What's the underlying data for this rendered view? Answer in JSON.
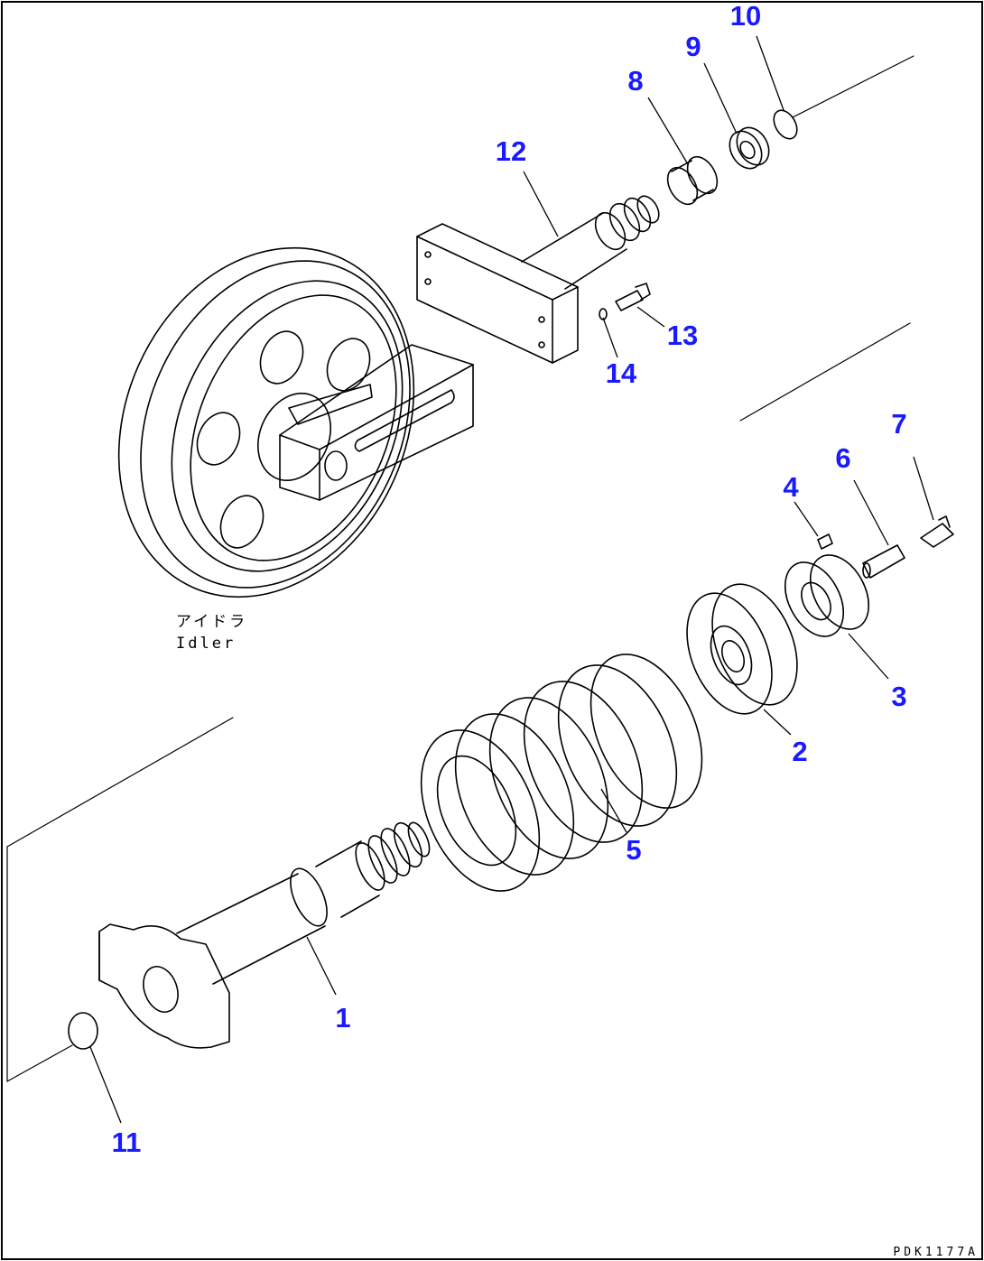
{
  "colors": {
    "callout": "#1a1aff",
    "line": "#000000",
    "background": "#ffffff"
  },
  "callouts": [
    {
      "id": "1",
      "text": "1"
    },
    {
      "id": "2",
      "text": "2"
    },
    {
      "id": "3",
      "text": "3"
    },
    {
      "id": "4",
      "text": "4"
    },
    {
      "id": "5",
      "text": "5"
    },
    {
      "id": "6",
      "text": "6"
    },
    {
      "id": "7",
      "text": "7"
    },
    {
      "id": "8",
      "text": "8"
    },
    {
      "id": "9",
      "text": "9"
    },
    {
      "id": "10",
      "text": "10"
    },
    {
      "id": "11",
      "text": "11"
    },
    {
      "id": "12",
      "text": "12"
    },
    {
      "id": "13",
      "text": "13"
    },
    {
      "id": "14",
      "text": "14"
    }
  ],
  "idler_label": {
    "jp": "アイドラ",
    "en": "Idler"
  },
  "drawing_code": "PDK1177A"
}
